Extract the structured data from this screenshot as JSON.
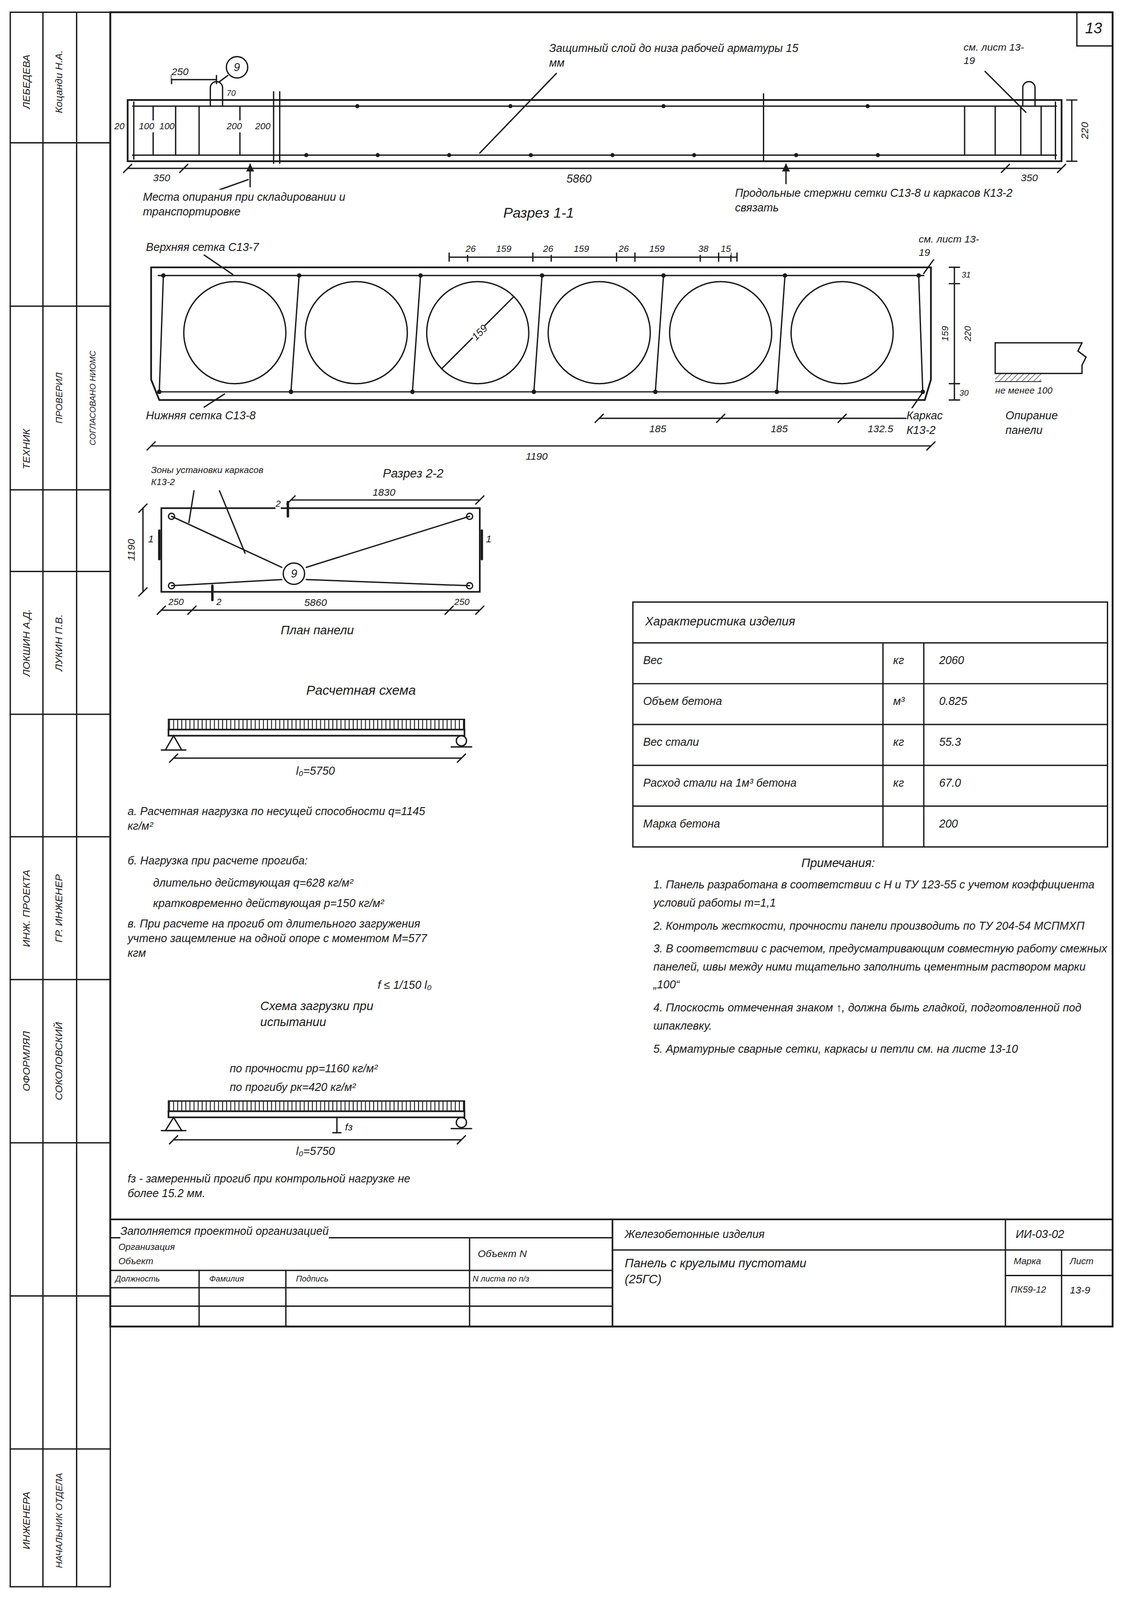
{
  "diagram": {
    "nodes": [
      {
        "text": [
          "9"
        ]
      },
      {
        "text": [
          "9"
        ]
      }
    ],
    "labels": [
      "13",
      "ЛЕБЕДЕВА",
      "Коцанди Н.А.",
      "ТЕХНИК",
      "ПРОВЕРИЛ",
      "СОГЛАСОВАНО НИОМС",
      "ЛОКШИН А.Д.",
      "ЛУКИН П.В.",
      "ИНЖ. ПРОЕКТА",
      "ГР. ИНЖЕНЕР",
      "ОФОРМЛЯЛ",
      "СОКОЛОВСКИЙ",
      "ИНЖЕНЕРА",
      "НАЧАЛЬНИК ОТДЕЛА",
      "250",
      "70",
      "Защитный слой до низа рабочей арматуры 15 мм",
      "см. лист 13-19",
      "220",
      "20",
      "100",
      "100",
      "200",
      "200",
      "350",
      "5860",
      "350",
      "Места опирания при складировании и транспортировке",
      "Разрез 1-1",
      "Продольные стержни сетки С13-8 и каркасов К13-2 связать",
      "Верхняя сетка С13-7",
      "26",
      "159",
      "26",
      "159",
      "26",
      "159",
      "38",
      "15",
      "см. лист 13-19",
      "31",
      "159",
      "159",
      "220",
      "30",
      "не менее 100",
      "Нижняя сетка С13-8",
      "185",
      "185",
      "132.5",
      "Каркас К13-2",
      "Опирание панели",
      "1190",
      "Зоны установки каркасов К13-2",
      "Разрез 2-2",
      "1830",
      "2",
      "1190",
      "1",
      "1",
      "250",
      "2",
      "5860",
      "250",
      "План панели",
      "Расчетная схема",
      "l₀=5750",
      "а. Расчетная нагрузка по несущей способности q=1145 кг/м²",
      "б. Нагрузка при расчете прогиба:",
      "длительно действующая q=628 кг/м²",
      "кратковременно действующая p=150 кг/м²",
      "в. При расчете на прогиб от длительного загружения учтено защемление на одной опоре с моментом M=577 кгм",
      "f ≤ 1/150 l₀",
      "Схема загрузки при испытании",
      "по прочности pр=1160 кг/м²",
      "по прогибу pк=420 кг/м²",
      "l₀=5750",
      "fз",
      "fз - замеренный прогиб при контрольной нагрузке не более 15.2 мм.",
      "Характеристика изделия",
      "Вес",
      "кг",
      "2060",
      "Объем бетона",
      "м³",
      "0.825",
      "Вес стали",
      "кг",
      "55.3",
      "Расход стали на 1м³ бетона",
      "кг",
      "67.0",
      "Марка бетона",
      "200",
      "Примечания:",
      "1. Панель разработана в соответствии с Н и ТУ 123-55 с учетом коэффициента условий работы m=1,1",
      "2. Контроль жесткости, прочности панели производить по ТУ 204-54 МСПМХП",
      "3. В соответствии с расчетом, предусматривающим совместную работу смежных панелей, швы между ними тщательно заполнить цементным раствором марки „100“",
      "4. Плоскость отмеченная знаком ↑, должна быть гладкой, подготовленной под шпаклевку.",
      "5. Арматурные сварные сетки, каркасы и петли см. на листе 13-10",
      "Заполняется проектной организацией",
      "Организация",
      "Объект",
      "Объект N",
      "Должность",
      "Фамилия",
      "Подпись",
      "N листа по п/з",
      "Железобетонные изделия",
      "ИИ-03-02",
      "Панель с круглыми пустотами (25ГС)",
      "Марка",
      "Лист",
      "ПК59-12",
      "13-9"
    ]
  }
}
